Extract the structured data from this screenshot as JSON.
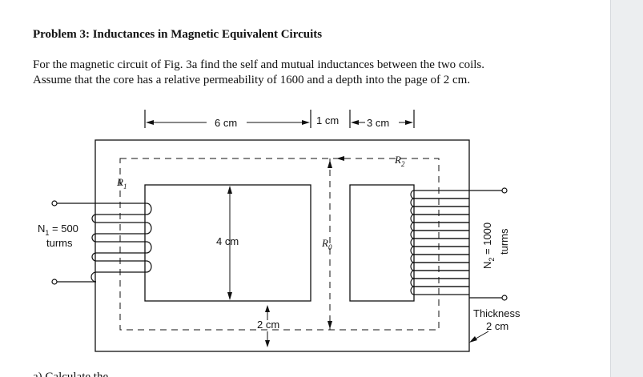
{
  "problem": {
    "title": "Problem 3: Inductances in Magnetic Equivalent Circuits",
    "text_line_1": "For the magnetic circuit of Fig. 3a find the self and mutual inductances between the two coils.",
    "text_line_2": "Assume that the core has a relative permeability of 1600 and a depth into the page of 2 cm."
  },
  "figure": {
    "dim_6cm": "6 cm",
    "dim_1cm": "1 cm",
    "dim_3cm": "3 cm",
    "dim_4cm": "4 cm",
    "dim_2cm": "2 cm",
    "coil1_label": "N",
    "coil1_sub": "1",
    "coil1_value": " = 500",
    "coil1_turns": "turms",
    "coil2_label": "N",
    "coil2_sub": "2",
    "coil2_value": " = 1000",
    "coil2_turns": "turms",
    "thickness_label": "Thickness",
    "thickness_value": "2 cm",
    "r1": "R",
    "r1_sub": "1",
    "r2": "R",
    "r2_sub": "2",
    "r0": "R",
    "r0_sub": "0"
  },
  "cutoff_text": "a) Calculate the..."
}
